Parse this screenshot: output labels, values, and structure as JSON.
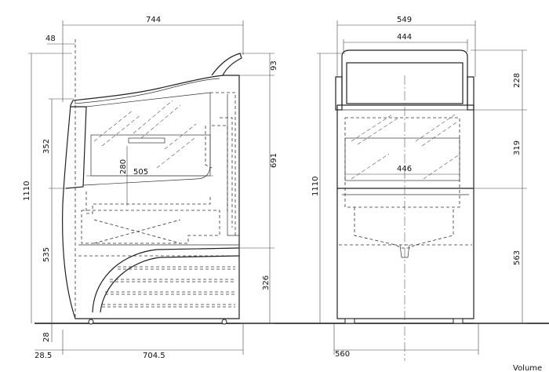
{
  "side_view": {
    "dims": {
      "overall_depth": "744",
      "top_offset": "48",
      "base_depth": "704.5",
      "front_offset": "28.5",
      "height": "1110",
      "upper_height": "352",
      "lower_height": "535",
      "base_height": "28",
      "top_height": "93",
      "glass_height": "691",
      "cabinet_height": "326",
      "inner_depth": "505",
      "inner_height": "280"
    }
  },
  "front_view": {
    "dims": {
      "overall_width": "549",
      "top_width": "444",
      "inner_width": "446",
      "height": "1110",
      "top_height": "228",
      "mid_height": "319",
      "lower_height": "563",
      "base_width": "560"
    }
  },
  "footer": {
    "volume_label": "Volume"
  }
}
